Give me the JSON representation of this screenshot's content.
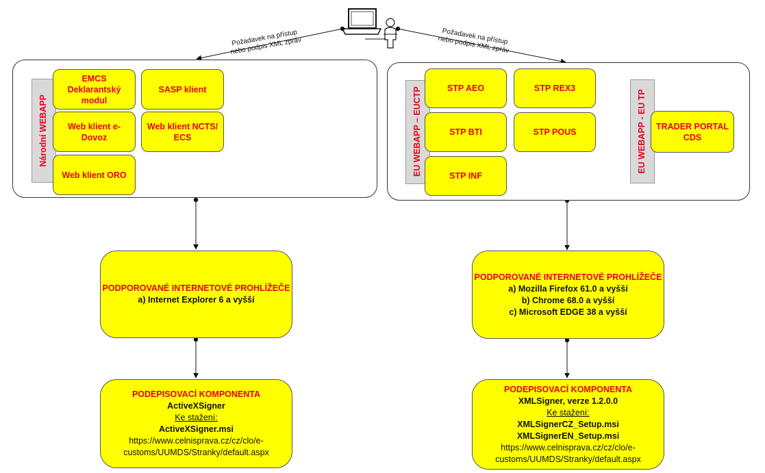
{
  "request_label_left": [
    "Požadavek na přístup",
    "nebo podpis XML zpráv"
  ],
  "request_label_right": [
    "Požadavek na přístup",
    "nebo podpis XML zpráv"
  ],
  "left_group": {
    "vertical_label": "Národní WEBAPP",
    "apps": {
      "emcs": [
        "EMCS",
        "Deklarantský",
        "modul"
      ],
      "sasp": "SASP klient",
      "edovoz": [
        "Web klient e-",
        "Dovoz"
      ],
      "ncts": [
        "Web klient NCTS/",
        "ECS"
      ],
      "oro": "Web klient ORO"
    }
  },
  "right_group": {
    "vertical_label_euctp": "EU WEBAPP – EUCTP",
    "vertical_label_eutp": "EU WEBAPP - EU TP",
    "apps": {
      "aeo": "STP AEO",
      "rex3": "STP REX3",
      "bti": "STP BTI",
      "pous": "STP POUS",
      "inf": "STP INF",
      "trader": [
        "TRADER PORTAL",
        "CDS"
      ]
    }
  },
  "browsers_left": {
    "title": "PODPOROVANÉ INTERNETOVÉ PROHLÍŽEČE",
    "items": [
      "a) Internet Explorer 6 a vyšší"
    ]
  },
  "browsers_right": {
    "title": "PODPOROVANÉ INTERNETOVÉ PROHLÍŽEČE",
    "items": [
      "a) Mozilla Firefox 61.0 a vyšší",
      "b) Chrome 68.0 a vyšší",
      "c) Microsoft EDGE 38 a vyšší"
    ]
  },
  "signer_left": {
    "title": "PODEPISOVACÍ KOMPONENTA",
    "name": "ActiveXSigner",
    "download_label": "Ke stažení:",
    "files": [
      "ActiveXSigner.msi"
    ],
    "url_lines": [
      "https://www.celnisprava.cz/cz/clo/e-",
      "customs/UUMDS/Stranky/default.aspx"
    ]
  },
  "signer_right": {
    "title": "PODEPISOVACÍ KOMPONENTA",
    "name": "XMLSigner, verze 1.2.0.0",
    "download_label": "Ke stažení:",
    "files": [
      "XMLSignerCZ_Setup.msi",
      "XMLSignerEN_Setup.msi"
    ],
    "url_lines": [
      "https://www.celnisprava.cz/cz/clo/e-",
      "customs/UUMDS/Stranky/default.aspx"
    ]
  }
}
